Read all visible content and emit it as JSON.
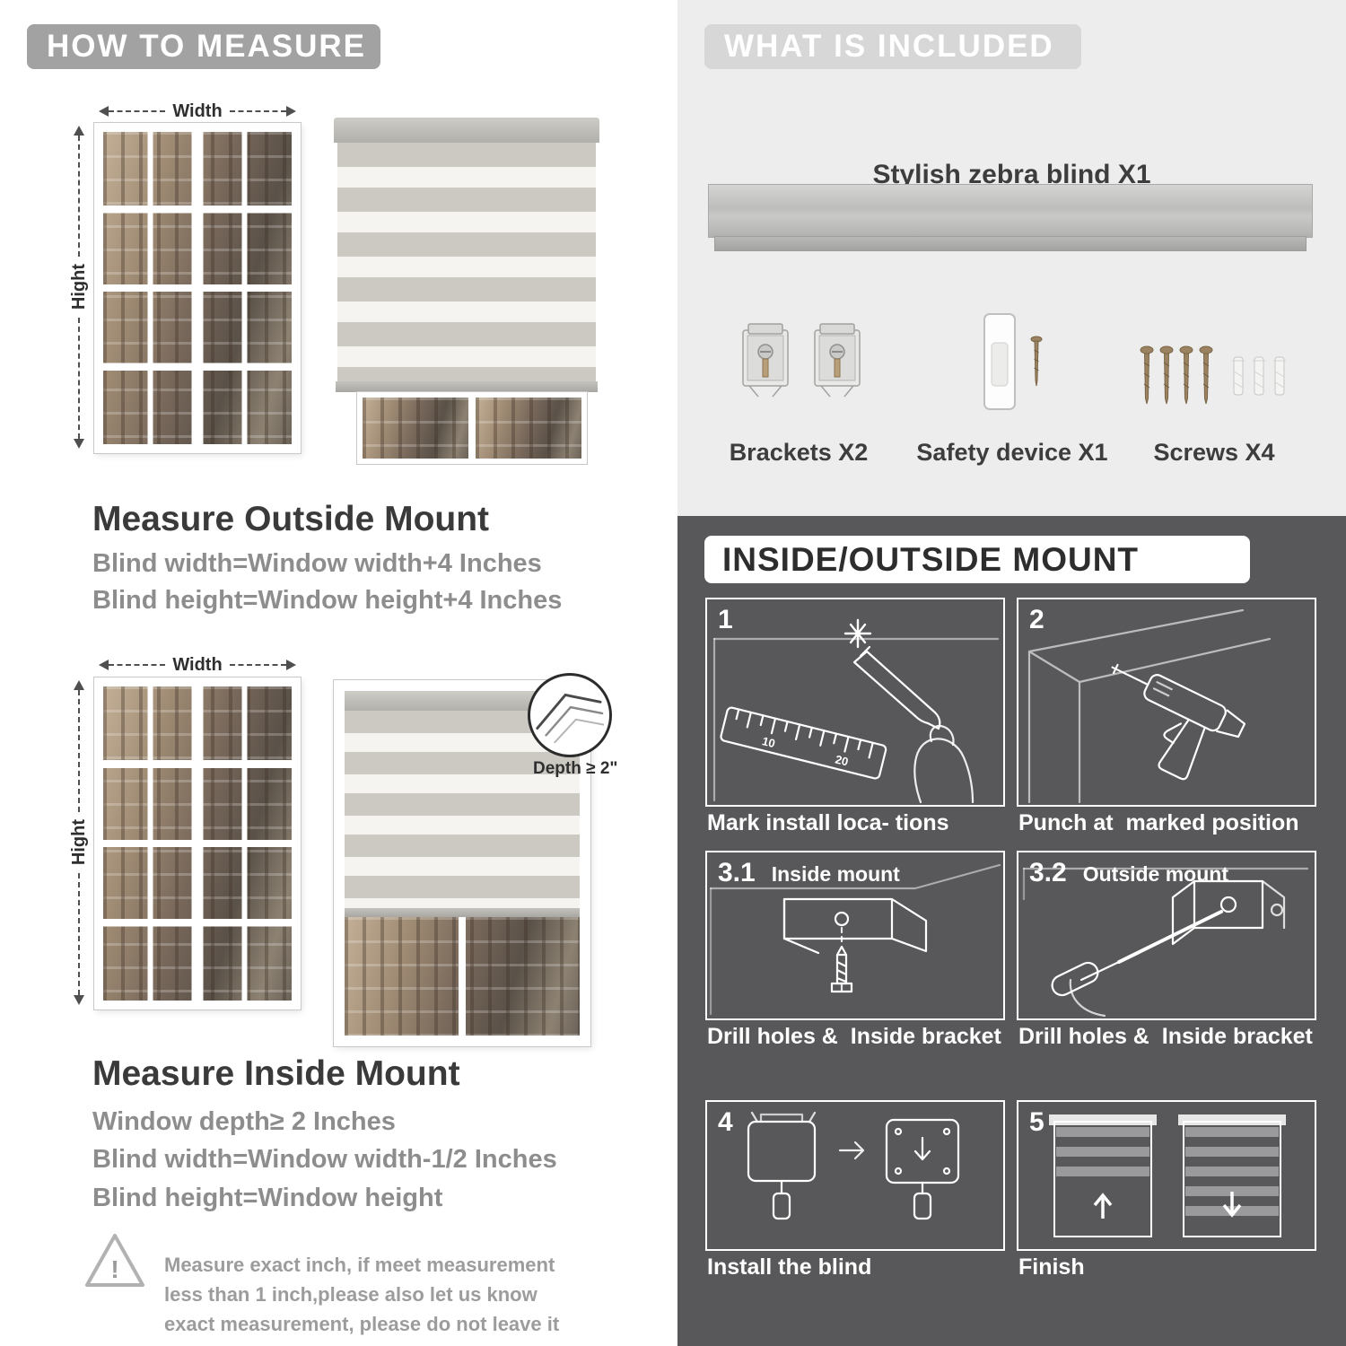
{
  "colors": {
    "header_gray": "#a2a2a2",
    "light_header_gray": "#d7d7d7",
    "light_section_bg": "#ededed",
    "dark_section_bg": "#58585a",
    "title_text": "#3a3a3a",
    "body_text": "#8d8d8d"
  },
  "left": {
    "header": "HOW TO MEASURE",
    "outside": {
      "width_label": "Width",
      "height_label": "Hight",
      "title": "Measure Outside Mount",
      "line1": "Blind width=Window width+4 Inches",
      "line2": "Blind height=Window height+4 Inches"
    },
    "inside": {
      "width_label": "Width",
      "height_label": "Hight",
      "depth_label": "Depth ≥ 2\"",
      "title": "Measure Inside Mount",
      "line1": "Window depth≥ 2 Inches",
      "line2": "Blind width=Window width-1/2 Inches",
      "line3": "Blind height=Window height"
    },
    "warning_glyph": "!",
    "note": "Measure exact inch, if meet measurement less than 1 inch,please also let us know exact measurement, please do not leave it"
  },
  "right": {
    "included": {
      "header": "WHAT IS INCLUDED",
      "blind_label": "Stylish zebra blind X1",
      "items": [
        {
          "name": "brackets",
          "label": "Brackets X2"
        },
        {
          "name": "safety-device",
          "label": "Safety device X1"
        },
        {
          "name": "screws",
          "label": "Screws X4"
        }
      ]
    },
    "mount": {
      "header": "INSIDE/OUTSIDE MOUNT",
      "steps": [
        {
          "num": "1",
          "sub": "",
          "caption": "Mark install loca- tions"
        },
        {
          "num": "2",
          "sub": "",
          "caption": "Punch at  marked position"
        },
        {
          "num": "3.1",
          "sub": "Inside mount",
          "caption": "Drill holes &  Inside bracket"
        },
        {
          "num": "3.2",
          "sub": "Outside mount",
          "caption": "Drill holes &  Inside bracket"
        },
        {
          "num": "4",
          "sub": "",
          "caption": "Install the blind"
        },
        {
          "num": "5",
          "sub": "",
          "caption": "Finish"
        }
      ]
    }
  }
}
